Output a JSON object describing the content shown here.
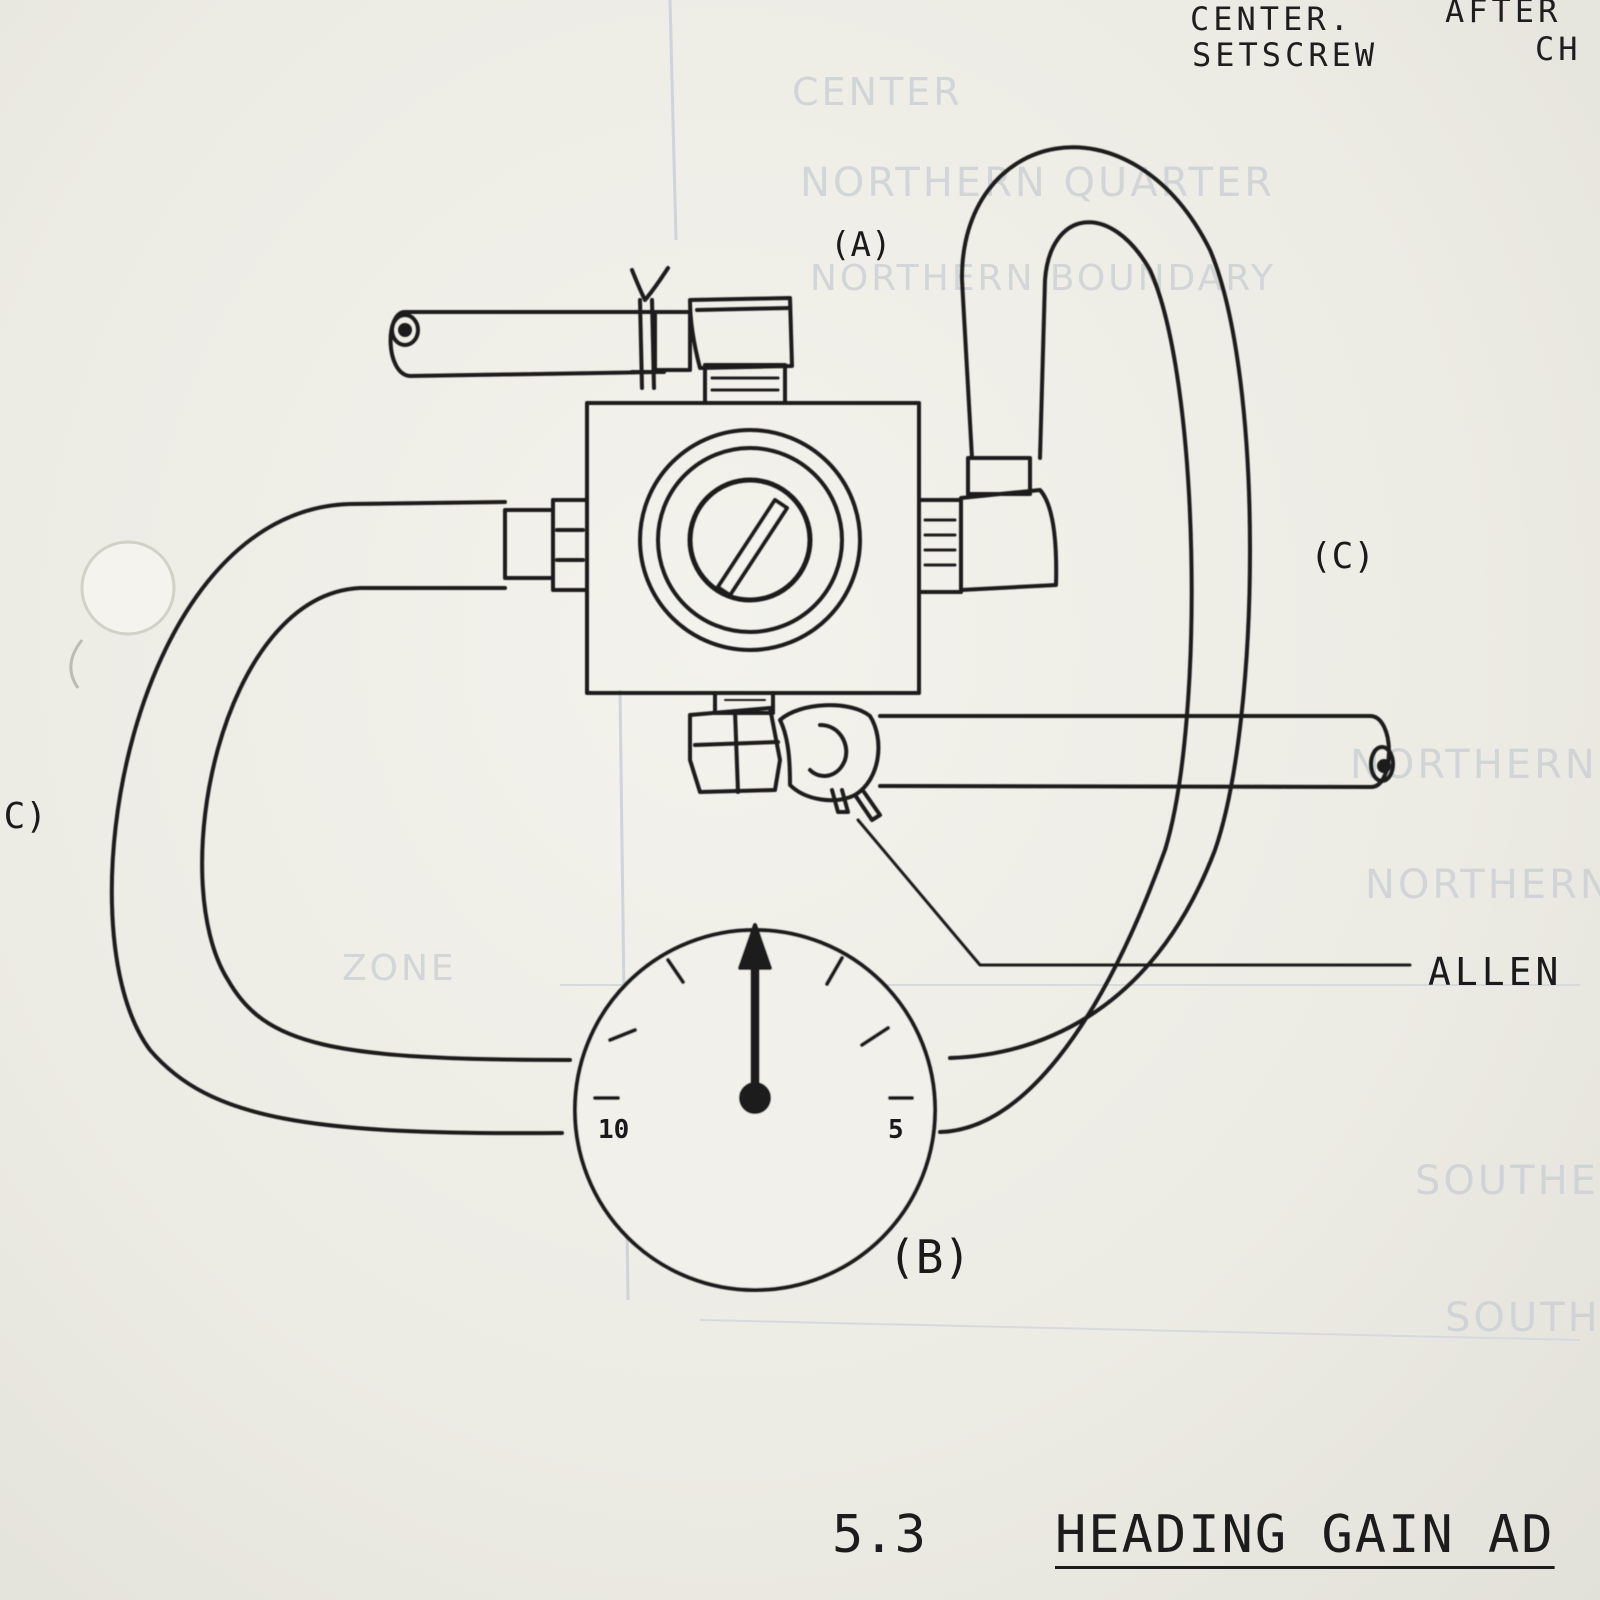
{
  "header": {
    "line1_a": "CENTER.",
    "line1_b": "AFTER",
    "line2_a": "SETSCREW",
    "line2_b": "CH"
  },
  "ghost_text": {
    "t1": "CENTER",
    "t2": "NORTHERN QUARTER",
    "t3": "NORTHERN BOUNDARY",
    "t4": "NORTHERN",
    "t5": "NORTHERN",
    "t6": "ZONE",
    "t7": "SOUTHE",
    "t8": "SOUTH"
  },
  "labels": {
    "a": "(A)",
    "b": "(B)",
    "c_right": "(C)",
    "c_left": "(C)",
    "allen": "ALLEN"
  },
  "gauge": {
    "left_number": "10",
    "right_number": "5"
  },
  "caption": {
    "number": "5.3",
    "title": "HEADING GAIN AD"
  },
  "colors": {
    "ink": "#1a1a1a",
    "paper": "#ecebe4",
    "ghost": "#c9ced4"
  }
}
